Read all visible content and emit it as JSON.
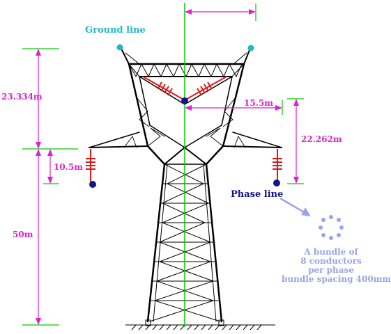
{
  "labels": {
    "ground_line": "Ground line",
    "phase_line": "Phase line",
    "dim_top_total": "23.334m",
    "dim_cross_arm": "10.5m",
    "dim_base": "50m",
    "dim_half_width": "15.5m",
    "dim_phase_drop": "22.262m",
    "bundle_note": [
      "A bundle of",
      "8 conductors",
      "per phase",
      "bundle spacing 400mm"
    ]
  },
  "colors": {
    "dimension": "#e020d0",
    "ground_wire": "#20b8c8",
    "phase_conductor": "#14148c",
    "insulator": "#e01818",
    "centerline": "#00cc00",
    "bundle": "#9aa4e6",
    "tower": "#000000"
  }
}
